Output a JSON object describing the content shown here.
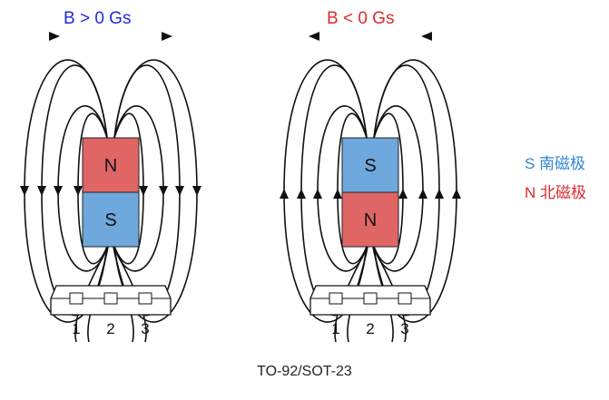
{
  "colors": {
    "south_pole": "#6fa8dc",
    "north_pole": "#e06666",
    "title_positive": "#1f2bd6",
    "title_negative": "#e0282e",
    "field_line": "#111111"
  },
  "left_panel": {
    "title": "B > 0 Gs",
    "top_pole": "N",
    "bottom_pole": "S",
    "pins": [
      "1",
      "2",
      "3"
    ]
  },
  "right_panel": {
    "title": "B < 0 Gs",
    "top_pole": "S",
    "bottom_pole": "N",
    "pins": [
      "1",
      "2",
      "3"
    ]
  },
  "legend": [
    {
      "text": "S 南磁极",
      "color": "#2f86d6"
    },
    {
      "text": "N 北磁极",
      "color": "#e0282e"
    }
  ],
  "caption": "TO-92/SOT-23"
}
